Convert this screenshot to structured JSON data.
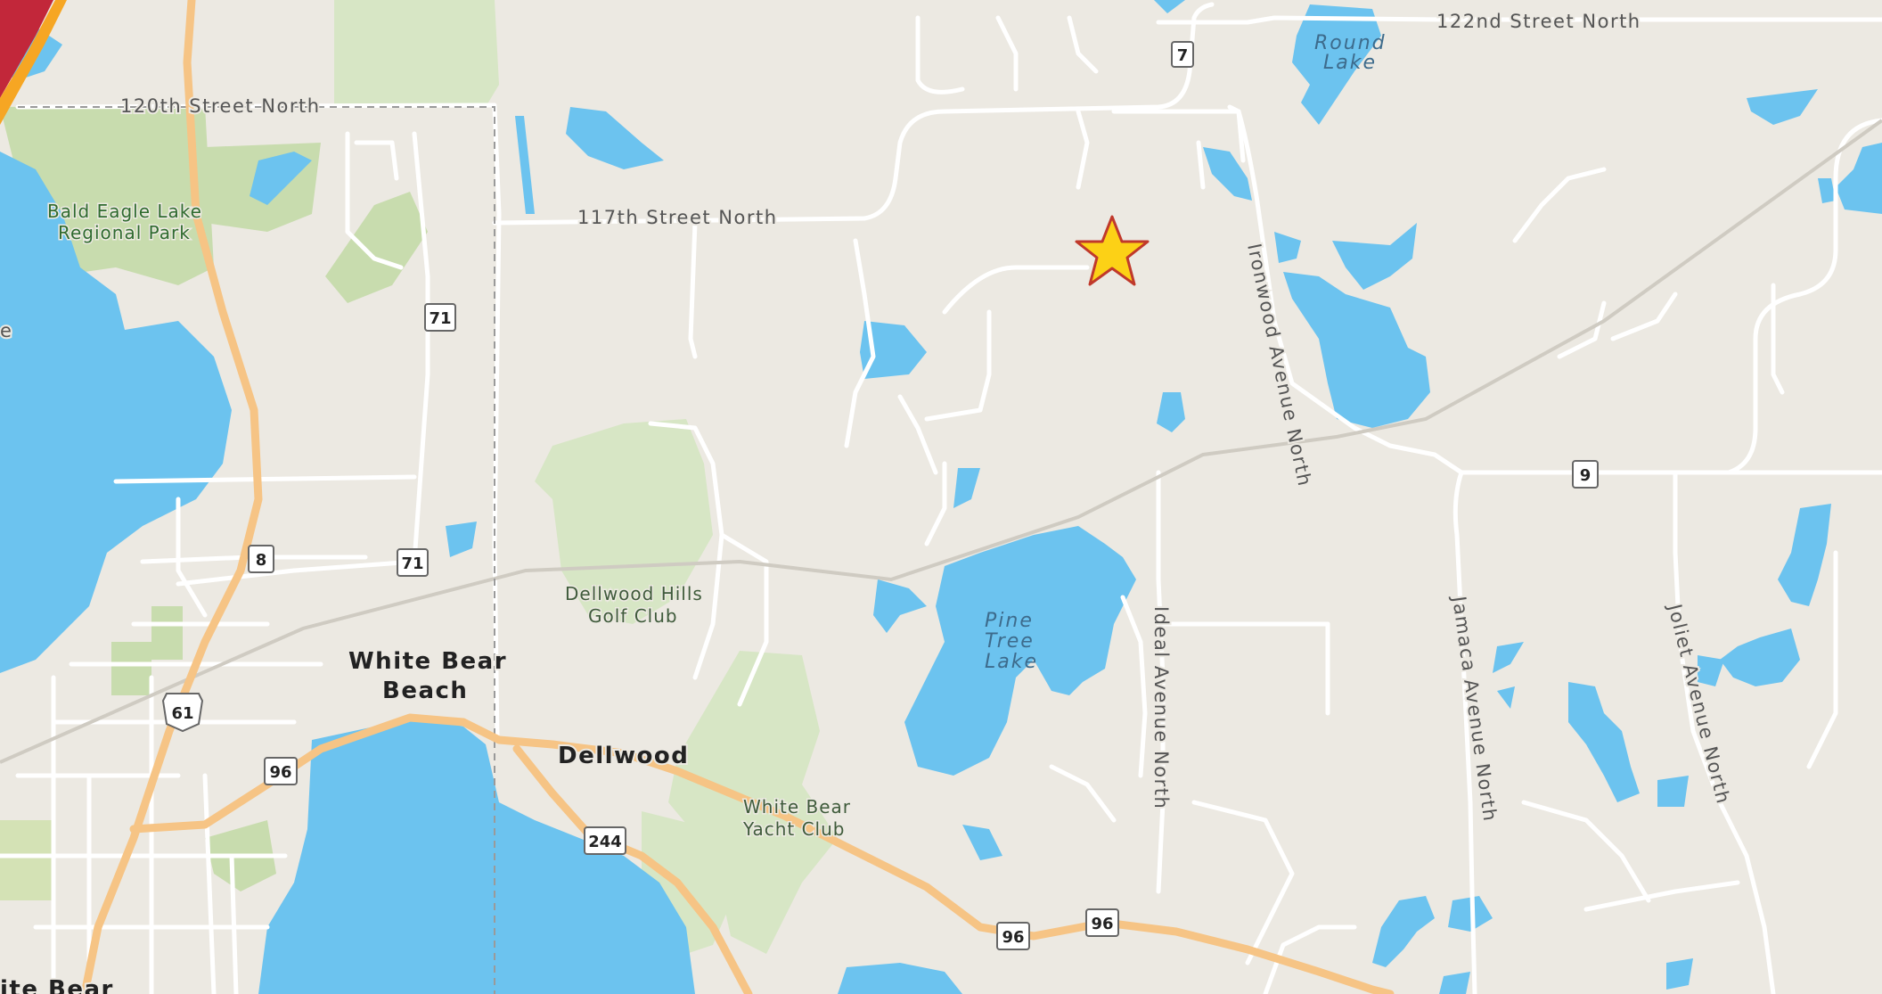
{
  "colors": {
    "land": "#ece9e2",
    "water": "#6cc3ef",
    "park": "#d7e6c5",
    "park_dark": "#c3d9a8",
    "road_minor": "#ffffff",
    "highway": "#f6c485",
    "rail": "#cfcbc2",
    "marker": "#fcd116",
    "marker_stroke": "#c0392b"
  },
  "marker": {
    "name": "star-marker"
  },
  "roads": {
    "r120": "120th Street North",
    "r117": "117th Street North",
    "r122": "122nd Street North",
    "ironwood": "Ironwood Avenue North",
    "ideal": "Ideal Avenue North",
    "jamaca": "Jamaca Avenue North",
    "joliet": "Joliet Avenue North"
  },
  "water": {
    "round_lake_1": "Round",
    "round_lake_2": "Lake",
    "pine_1": "Pine",
    "pine_2": "Tree",
    "pine_3": "Lake"
  },
  "parks": {
    "bald_1": "Bald Eagle Lake",
    "bald_2": "Regional Park",
    "dellwood_hills_1": "Dellwood Hills",
    "dellwood_hills_2": "Golf Club",
    "yacht_1": "White Bear",
    "yacht_2": "Yacht Club"
  },
  "places": {
    "wbb_1": "White Bear",
    "wbb_2": "Beach",
    "dellwood": "Dellwood",
    "white_bear_partial": "ite Bear",
    "lake_partial": "e"
  },
  "shields": {
    "s7": "7",
    "s71a": "71",
    "s71b": "71",
    "s8": "8",
    "s9": "9",
    "s61": "61",
    "s96a": "96",
    "s96b": "96",
    "s96c": "96",
    "s244": "244"
  }
}
